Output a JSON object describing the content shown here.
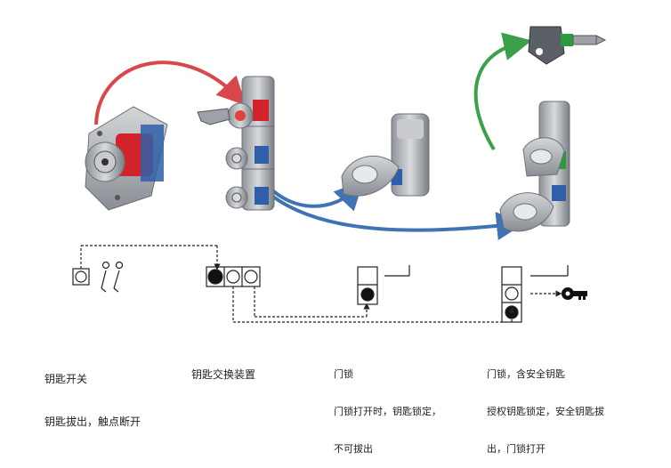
{
  "captions": {
    "key_switch": {
      "line1": "钥匙开关",
      "line2": "钥匙拔出，触点断开"
    },
    "key_exchange": {
      "line1": "钥匙交换装置"
    },
    "door_lock": {
      "line1": "门锁",
      "line2": "门锁打开时，钥匙锁定，",
      "line3": "不可拔出"
    },
    "door_lock_safety_key": {
      "line1": "门锁，含安全钥匙",
      "line2": "授权钥匙锁定，安全钥匙拔",
      "line3": "出，门锁打开"
    }
  },
  "colors": {
    "arrow_red": "#d9474b",
    "arrow_blue": "#3f73b3",
    "arrow_green": "#3aa14a",
    "metal": "#b8bcc2",
    "metal_dark": "#6c7077",
    "red_part": "#d2232a",
    "blue_part": "#2f5fa8",
    "green_part": "#2e9a3e",
    "line": "#222222"
  }
}
